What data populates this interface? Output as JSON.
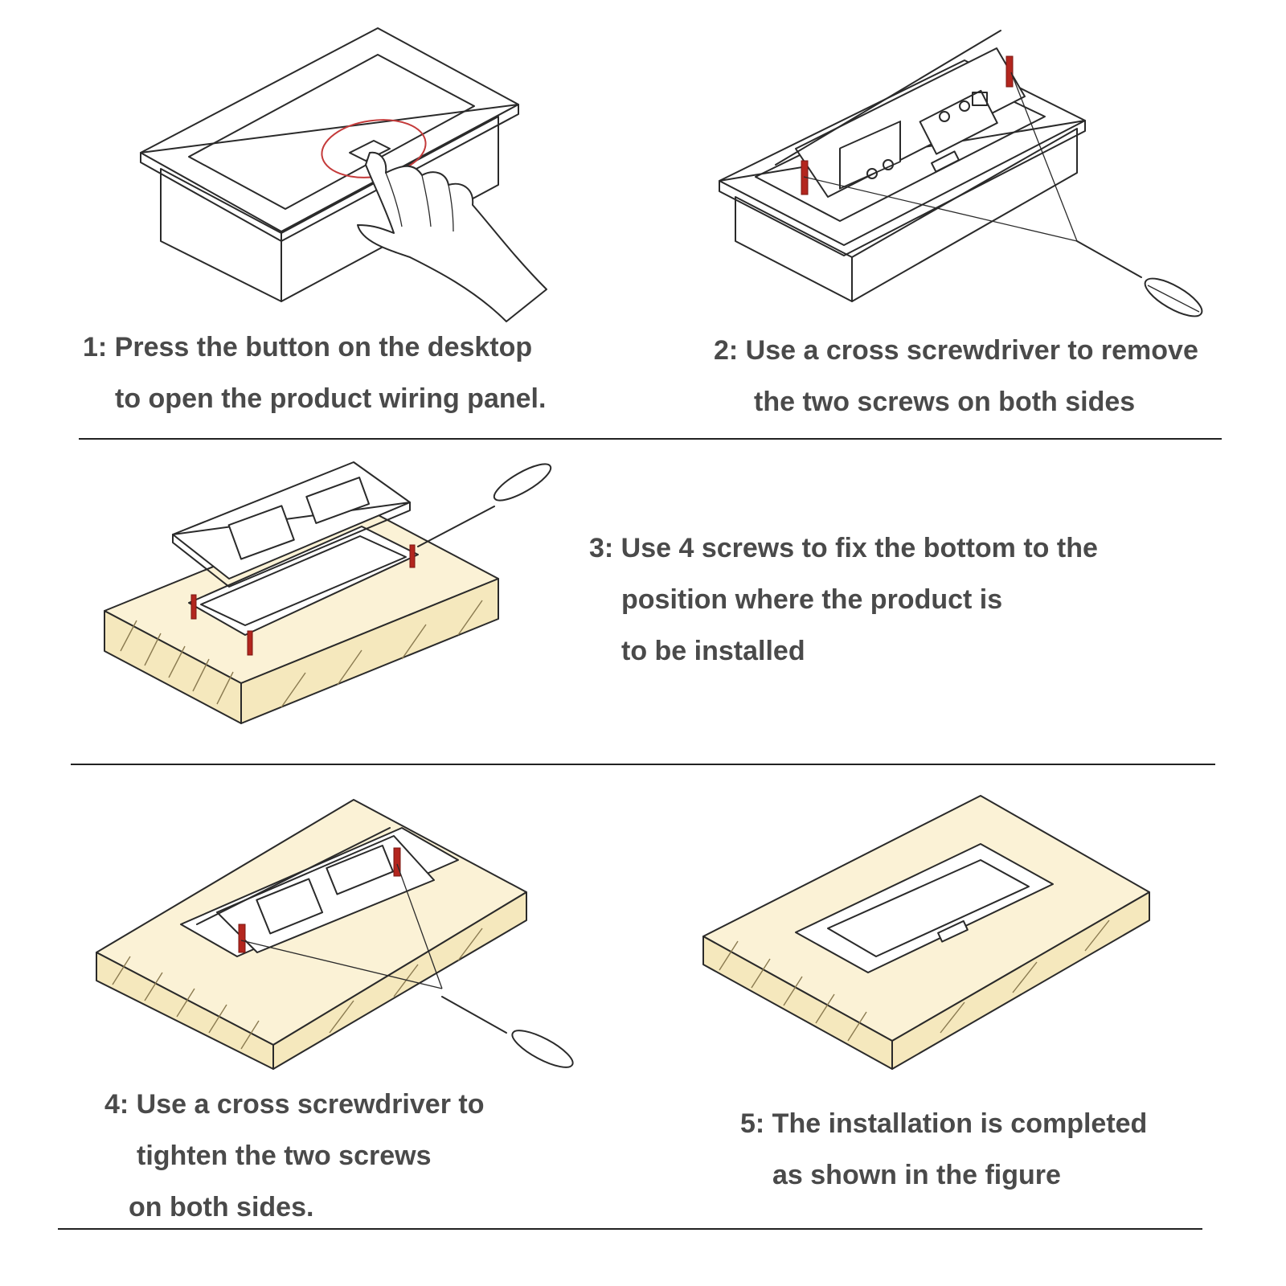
{
  "steps": [
    {
      "id": 1,
      "lines": [
        "1: Press the button on the desktop",
        "to open the product wiring panel."
      ]
    },
    {
      "id": 2,
      "lines": [
        "2: Use a cross screwdriver to remove",
        "the two screws on both sides"
      ]
    },
    {
      "id": 3,
      "lines": [
        "3: Use 4 screws to fix the bottom to the",
        "position where the product is",
        "to be installed"
      ]
    },
    {
      "id": 4,
      "lines": [
        "4: Use a cross screwdriver to",
        "tighten the two screws",
        "on both sides."
      ]
    },
    {
      "id": 5,
      "lines": [
        "5: The installation is completed",
        "as shown in the figure"
      ]
    }
  ],
  "colors": {
    "text": "#4a4a4a",
    "wood": "#fbf2d6",
    "screw": "#b3261e",
    "highlight": "#c43a3a"
  }
}
